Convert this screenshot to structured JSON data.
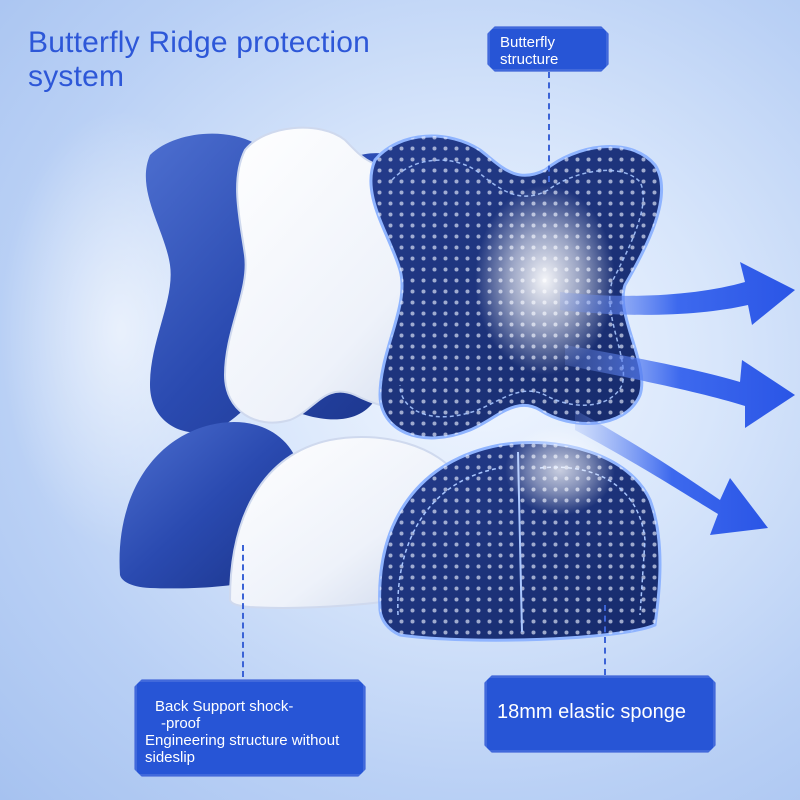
{
  "title": "Butterfly Ridge protection system",
  "callouts": {
    "top": {
      "lines": [
        "Butterfly",
        "structure"
      ]
    },
    "left": {
      "lines": [
        "Back Support shock-",
        "-proof",
        "Engineering structure without",
        "sideslip"
      ]
    },
    "right": {
      "lines": [
        "18mm elastic sponge"
      ]
    }
  },
  "colors": {
    "brand_blue": "#2755d6",
    "navy": "#1f3f9e",
    "cushion_white": "#f3f6fb",
    "arrow_blue": "#3a66f0"
  },
  "icons": [
    "airflow-arrow-icon"
  ]
}
